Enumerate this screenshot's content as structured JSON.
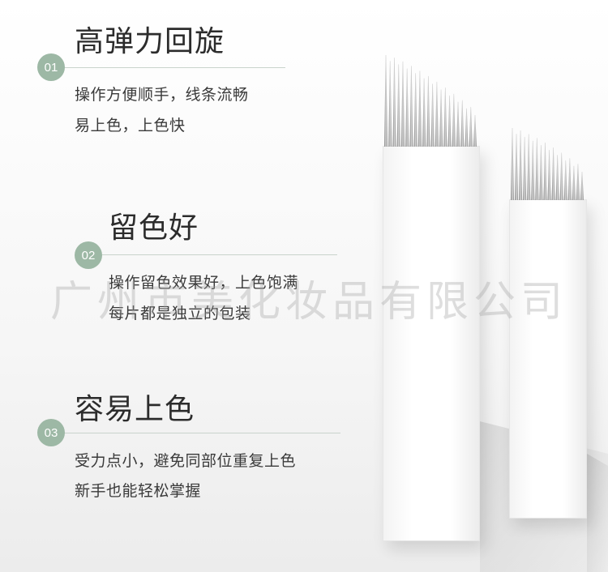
{
  "features": [
    {
      "number": "01",
      "title": "高弹力回旋",
      "lines": [
        "操作方便顺手，线条流畅",
        "易上色，上色快"
      ]
    },
    {
      "number": "02",
      "title": "留色好",
      "lines": [
        "操作留色效果好，上色饱满",
        "每片都是独立的包装"
      ]
    },
    {
      "number": "03",
      "title": "容易上色",
      "lines": [
        "受力点小，避免同部位重复上色",
        "新手也能轻松掌握"
      ]
    }
  ],
  "watermark": "广州市美化妆品有限公司",
  "colors": {
    "accent": "#9db8a5",
    "rule": "#c9d3cc"
  },
  "product": {
    "blades": [
      "large-blade",
      "small-blade"
    ]
  }
}
